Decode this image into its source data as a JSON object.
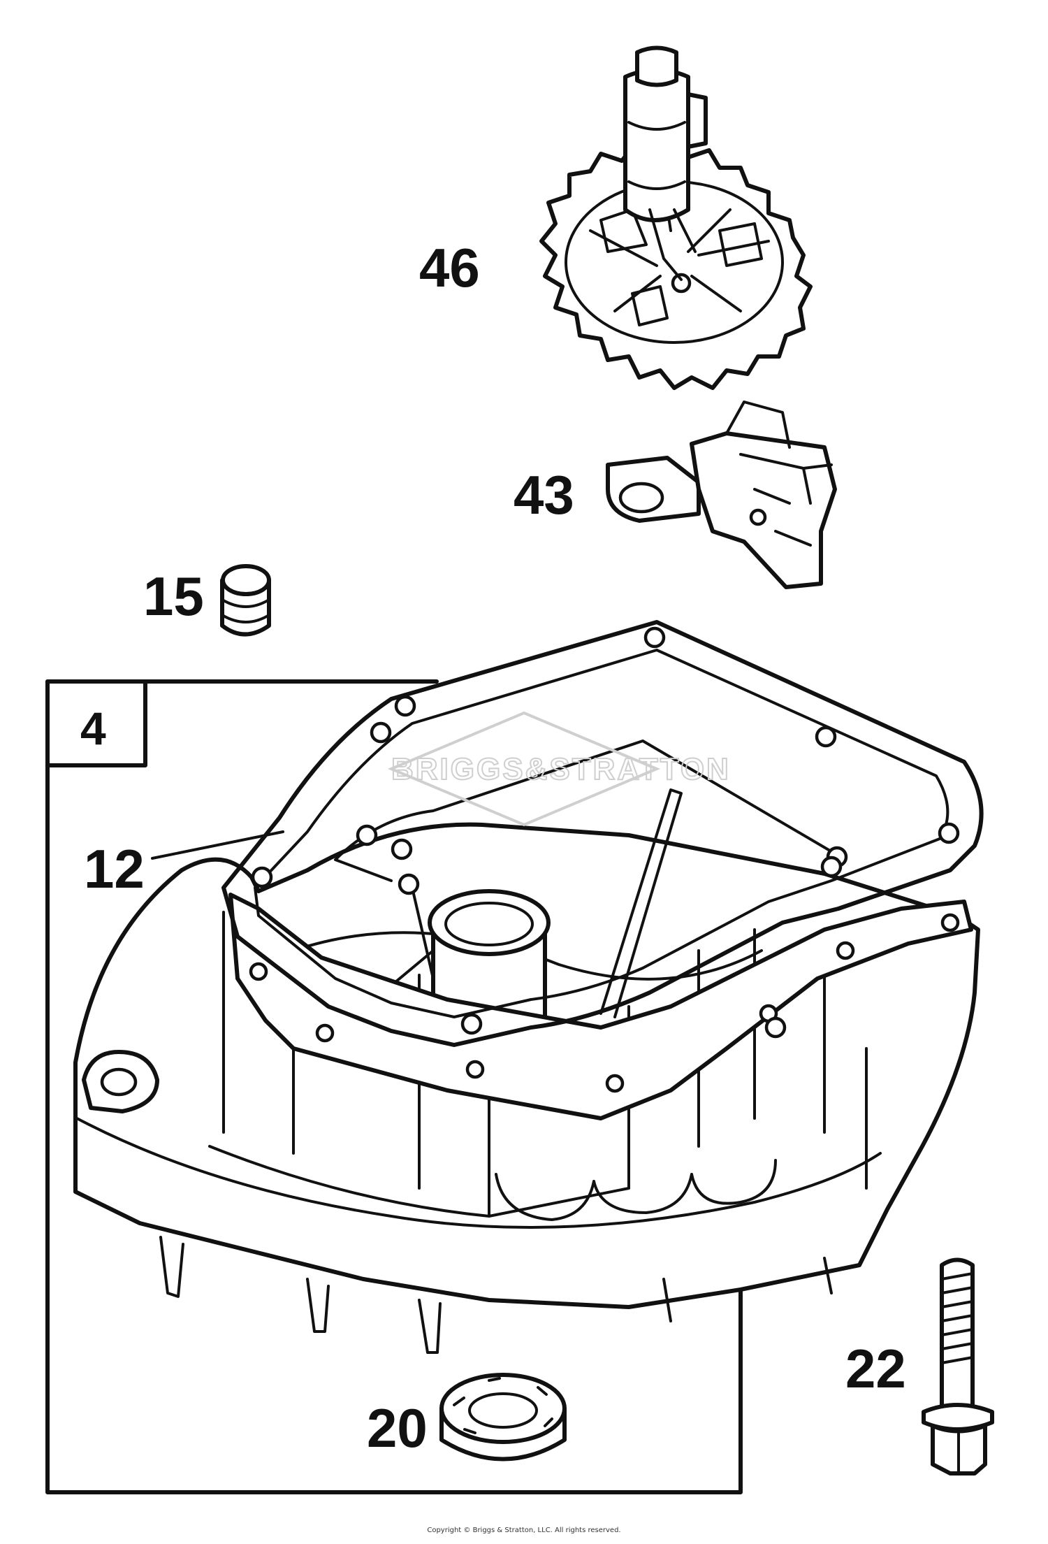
{
  "callouts": {
    "p46": "46",
    "p43": "43",
    "p15": "15",
    "p4": "4",
    "p12": "12",
    "p20": "20",
    "p22": "22"
  },
  "watermark": "BRIGGS&STRATTON",
  "copyright": "Copyright © Briggs & Stratton, LLC. All rights reserved."
}
